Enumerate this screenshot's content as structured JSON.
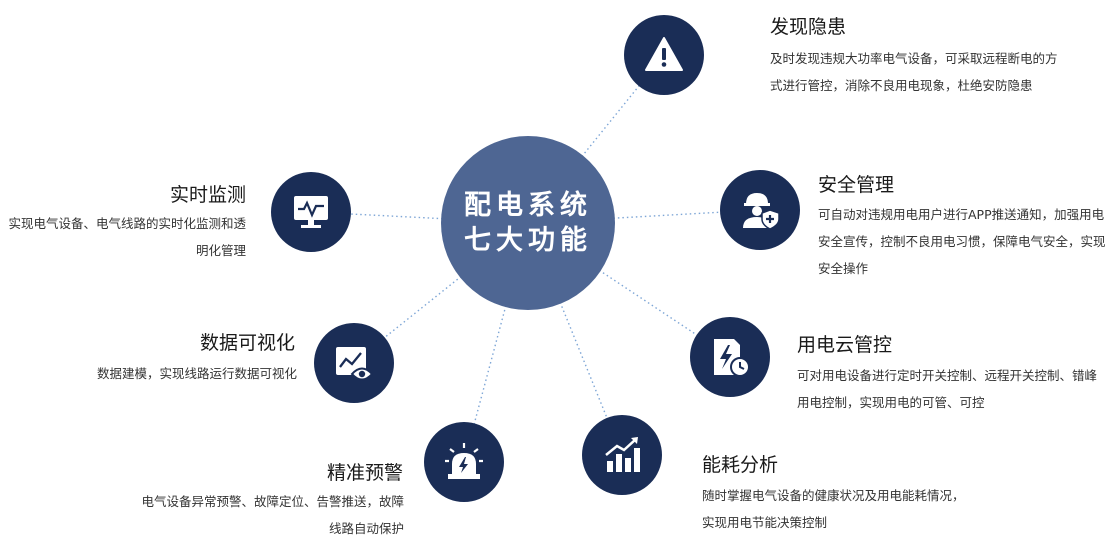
{
  "hub": {
    "line1": "配电系统",
    "line2": "七大功能"
  },
  "features": {
    "hazard": {
      "title": "发现隐患",
      "desc": "及时发现违规大功率电气设备，可采取远程断电的方式进行管控，消除不良用电现象，杜绝安防隐患",
      "icon": "warning-icon"
    },
    "safety": {
      "title": "安全管理",
      "desc": "可自动对违规用电用户进行APP推送通知，加强用电安全宣传，控制不良用电习惯，保障电气安全，实现安全操作",
      "icon": "worker-shield-icon"
    },
    "cloud": {
      "title": "用电云管控",
      "desc": "可对用电设备进行定时开关控制、远程开关控制、错峰用电控制，实现用电的可管、可控",
      "icon": "power-clock-icon"
    },
    "energy": {
      "title": "能耗分析",
      "desc": "随时掌握电气设备的健康状况及用电能耗情况，实现用电节能决策控制",
      "icon": "bar-chart-icon"
    },
    "alarm": {
      "title": "精准预警",
      "desc": "电气设备异常预警、故障定位、告警推送，故障线路自动保护",
      "icon": "alarm-light-icon"
    },
    "visual": {
      "title": "数据可视化",
      "desc": "数据建模，实现线路运行数据可视化",
      "icon": "chart-eye-icon"
    },
    "monitoring": {
      "title": "实时监测",
      "desc": "实现电气设备、电气线路的实时化监测和透明化管理",
      "icon": "monitor-wave-icon"
    }
  },
  "colors": {
    "hub": "#4e6693",
    "node": "#1a2d56",
    "connector": "#7ea6d6"
  }
}
